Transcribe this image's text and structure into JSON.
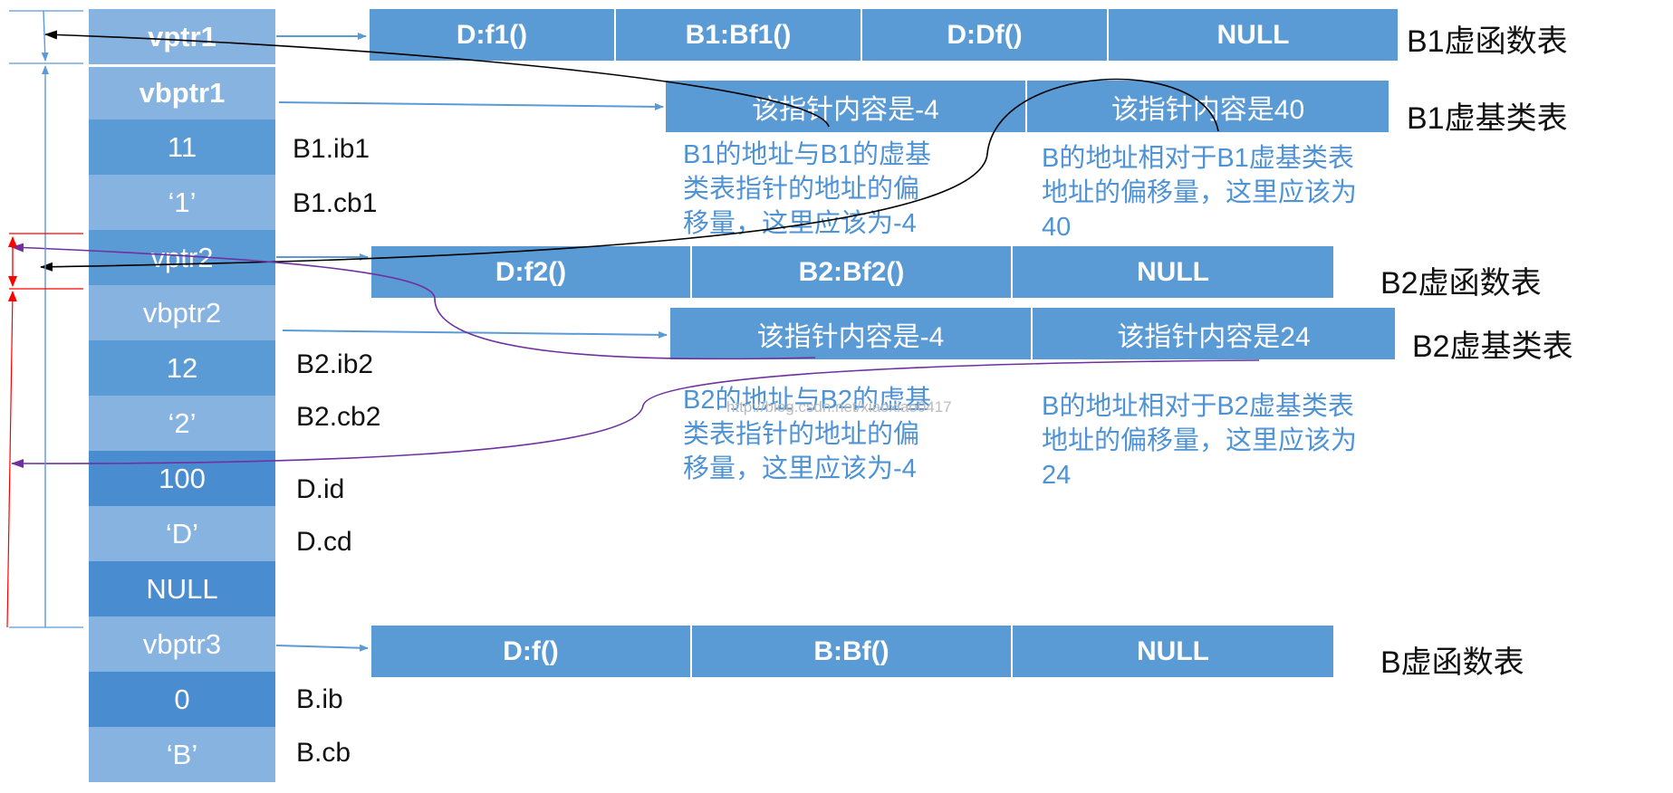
{
  "memory": {
    "cells": [
      {
        "text": "vptr1",
        "bold": true
      },
      {
        "text": "vbptr1",
        "bold": true
      },
      {
        "text": "11"
      },
      {
        "text": "‘1’"
      },
      {
        "text": "vptr2"
      },
      {
        "text": "vbptr2"
      },
      {
        "text": "12"
      },
      {
        "text": "‘2’"
      },
      {
        "text": "100"
      },
      {
        "text": "‘D’"
      },
      {
        "text": "NULL"
      },
      {
        "text": "vbptr3"
      },
      {
        "text": "0"
      },
      {
        "text": "‘B’"
      }
    ],
    "labels": [
      "B1.ib1",
      "B1.cb1",
      "B2.ib2",
      "B2.cb2",
      "D.id",
      "D.cd",
      "B.ib",
      "B.cb"
    ]
  },
  "tables": {
    "b1_vftable": {
      "cells": [
        "D:f1()",
        "B1:Bf1()",
        "D:Df()",
        "NULL"
      ],
      "name": "B1虚函数表"
    },
    "b1_vbtable": {
      "cells": [
        "该指针内容是-4",
        "该指针内容是40"
      ],
      "name": "B1虚基类表"
    },
    "b2_vftable": {
      "cells": [
        "D:f2()",
        "B2:Bf2()",
        "NULL"
      ],
      "name": "B2虚函数表"
    },
    "b2_vbtable": {
      "cells": [
        "该指针内容是-4",
        "该指针内容是24"
      ],
      "name": "B2虚基类表"
    },
    "b_vftable": {
      "cells": [
        "D:f()",
        "B:Bf()",
        "NULL"
      ],
      "name": "B虚函数表"
    }
  },
  "notes": {
    "b1_left": [
      "B1的地址与B1的虚基",
      "类表指针的地址的偏",
      "移量，这里应该为-4"
    ],
    "b1_right": [
      "B的地址相对于B1虚基类表",
      "地址的偏移量，这里应该为",
      "40"
    ],
    "b2_left": [
      "B2的地址与B2的虚基",
      "类表指针的地址的偏",
      "移量，这里应该为-4"
    ],
    "b2_right": [
      "B的地址相对于B2虚基类表",
      "地址的偏移量，这里应该为",
      "24"
    ]
  },
  "watermark": "http://blog.csdn.net/xiaoxiao0417",
  "colors": {
    "cell_mid": "#5b9bd5",
    "cell_light": "#87b3e0",
    "cell_dark": "#4a8cd0",
    "note_text": "#4f93d5",
    "pointer_purple": "#7030a0",
    "measure_red": "#ff0000",
    "measure_blue": "#5b9bd5"
  }
}
